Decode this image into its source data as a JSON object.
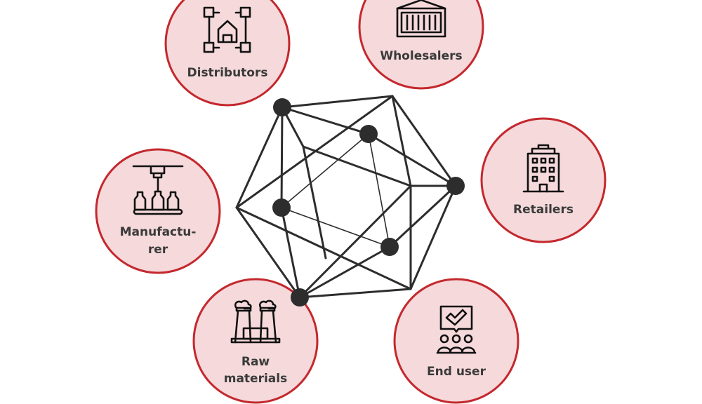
{
  "colors": {
    "circle_fill": "#f5d9db",
    "circle_stroke": "#c4282d",
    "network": "#2d2d2d",
    "label": "#3a3a3a"
  },
  "stages": [
    {
      "id": "distributors",
      "icon": "warehouse-network-icon",
      "lines": [
        "Distributors"
      ]
    },
    {
      "id": "wholesalers",
      "icon": "shipping-container-icon",
      "lines": [
        "Wholesalers"
      ]
    },
    {
      "id": "retailers",
      "icon": "office-building-icon",
      "lines": [
        "Retailers"
      ]
    },
    {
      "id": "manufacturer",
      "icon": "production-line-icon",
      "lines": [
        "Manufactu-",
        "rer"
      ]
    },
    {
      "id": "raw-materials",
      "icon": "factory-icon",
      "lines": [
        "Raw",
        "materials"
      ]
    },
    {
      "id": "end-user",
      "icon": "users-approval-icon",
      "lines": [
        "End user"
      ]
    }
  ]
}
